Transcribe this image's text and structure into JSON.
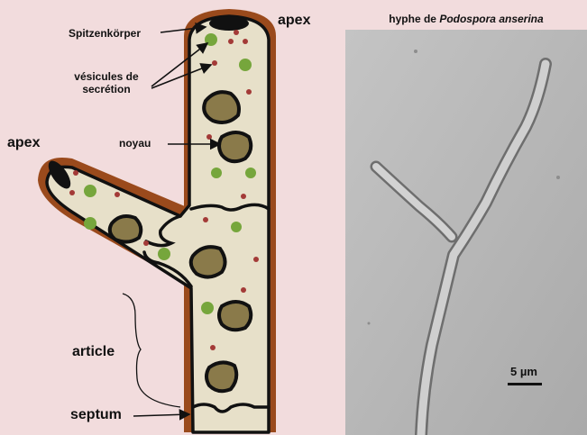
{
  "labels": {
    "apex_top": "apex",
    "apex_left": "apex",
    "spitzenkorper": "Spitzenkörper",
    "vesicules_line1": "vésicules de",
    "vesicules_line2": "secrétion",
    "noyau": "noyau",
    "article": "article",
    "septum": "septum"
  },
  "micrograph": {
    "title_prefix": "hyphe de ",
    "title_species": "Podospora anserina",
    "scale_label": "5 µm"
  },
  "colors": {
    "background": "#f2dcdd",
    "cytoplasm": "#e7e0c9",
    "cell_wall": "#9a4a1c",
    "nucleus": "#8a7a4a",
    "green_vesicle": "#76a63c",
    "red_vesicle": "#a33a37",
    "micrograph_bg": "#b9b9b9"
  }
}
